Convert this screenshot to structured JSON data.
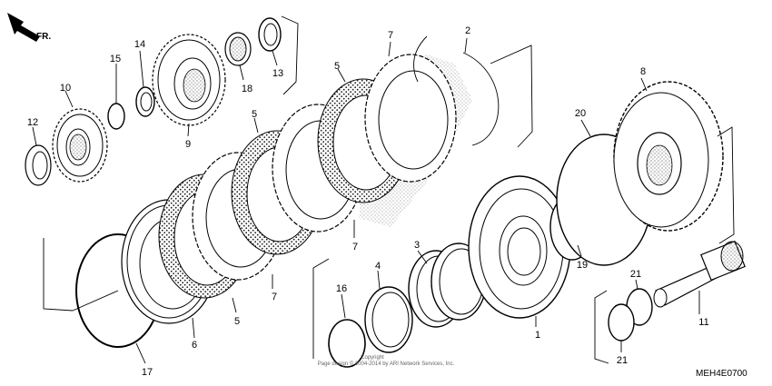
{
  "direction": {
    "label": "FR."
  },
  "callouts": [
    {
      "id": "c1",
      "text": "1"
    },
    {
      "id": "c2",
      "text": "2"
    },
    {
      "id": "c3",
      "text": "3"
    },
    {
      "id": "c4",
      "text": "4"
    },
    {
      "id": "c5a",
      "text": "5"
    },
    {
      "id": "c5b",
      "text": "5"
    },
    {
      "id": "c5c",
      "text": "5"
    },
    {
      "id": "c6",
      "text": "6"
    },
    {
      "id": "c7a",
      "text": "7"
    },
    {
      "id": "c7b",
      "text": "7"
    },
    {
      "id": "c7c",
      "text": "7"
    },
    {
      "id": "c8",
      "text": "8"
    },
    {
      "id": "c9",
      "text": "9"
    },
    {
      "id": "c10",
      "text": "10"
    },
    {
      "id": "c11",
      "text": "11"
    },
    {
      "id": "c12",
      "text": "12"
    },
    {
      "id": "c13",
      "text": "13"
    },
    {
      "id": "c14",
      "text": "14"
    },
    {
      "id": "c15",
      "text": "15"
    },
    {
      "id": "c16",
      "text": "16"
    },
    {
      "id": "c17",
      "text": "17"
    },
    {
      "id": "c18",
      "text": "18"
    },
    {
      "id": "c19",
      "text": "19"
    },
    {
      "id": "c20",
      "text": "20"
    },
    {
      "id": "c21a",
      "text": "21"
    },
    {
      "id": "c21b",
      "text": "21"
    }
  ],
  "copyright": {
    "line1": "Copyright",
    "line2": "Page design © 2004-2014 by ARI Network Services, Inc."
  },
  "diagram_code": "MEH4E0700"
}
